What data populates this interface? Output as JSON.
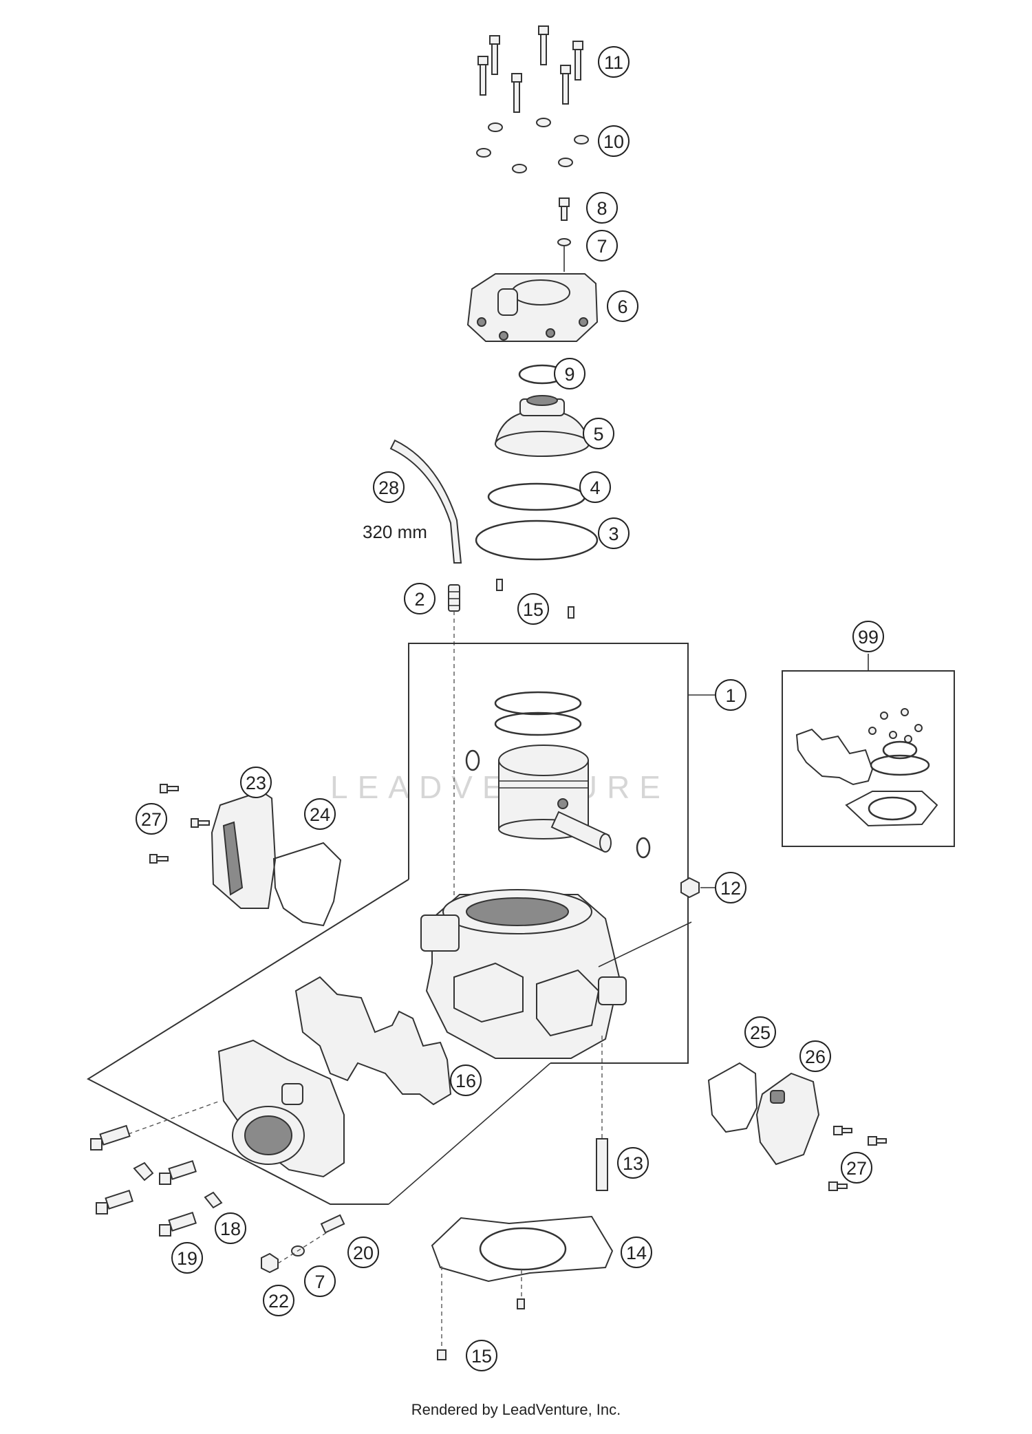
{
  "footer": {
    "text": "Rendered by LeadVenture, Inc."
  },
  "watermark": {
    "text": "LEADVENTURE"
  },
  "dimension_label": "320 mm",
  "callouts": [
    {
      "id": "c11",
      "num": "11"
    },
    {
      "id": "c10",
      "num": "10"
    },
    {
      "id": "c8",
      "num": "8"
    },
    {
      "id": "c7a",
      "num": "7"
    },
    {
      "id": "c6",
      "num": "6"
    },
    {
      "id": "c9",
      "num": "9"
    },
    {
      "id": "c5",
      "num": "5"
    },
    {
      "id": "c28",
      "num": "28"
    },
    {
      "id": "c4",
      "num": "4"
    },
    {
      "id": "c3",
      "num": "3"
    },
    {
      "id": "c2",
      "num": "2"
    },
    {
      "id": "c15a",
      "num": "15"
    },
    {
      "id": "c99",
      "num": "99"
    },
    {
      "id": "c1",
      "num": "1"
    },
    {
      "id": "c23",
      "num": "23"
    },
    {
      "id": "c27a",
      "num": "27"
    },
    {
      "id": "c24",
      "num": "24"
    },
    {
      "id": "c12",
      "num": "12"
    },
    {
      "id": "c25",
      "num": "25"
    },
    {
      "id": "c26",
      "num": "26"
    },
    {
      "id": "c16",
      "num": "16"
    },
    {
      "id": "c27b",
      "num": "27"
    },
    {
      "id": "c13",
      "num": "13"
    },
    {
      "id": "c18",
      "num": "18"
    },
    {
      "id": "c19",
      "num": "19"
    },
    {
      "id": "c20",
      "num": "20"
    },
    {
      "id": "c7b",
      "num": "7"
    },
    {
      "id": "c14",
      "num": "14"
    },
    {
      "id": "c22",
      "num": "22"
    },
    {
      "id": "c15b",
      "num": "15"
    }
  ]
}
